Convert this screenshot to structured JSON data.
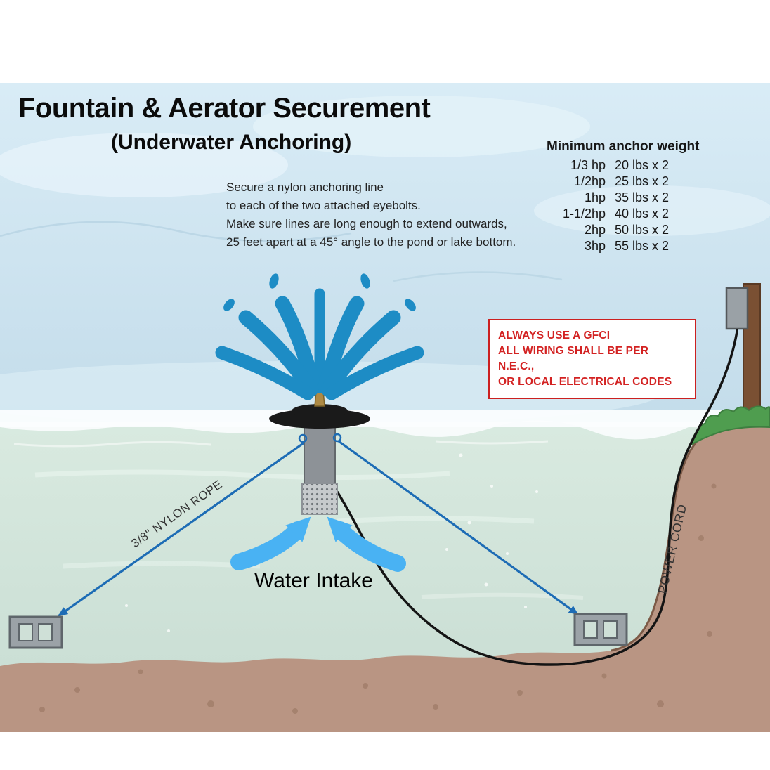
{
  "title": "Fountain & Aerator Securement",
  "subtitle": "(Underwater Anchoring)",
  "instructions": {
    "line1": "Secure a nylon anchoring line",
    "line2": "to each of the two attached eyebolts.",
    "line3": "Make sure lines are long enough to extend outwards,",
    "line4": "25 feet apart at a 45° angle to the pond or lake bottom."
  },
  "anchor_table": {
    "title": "Minimum anchor weight",
    "rows": [
      {
        "hp": "1/3 hp",
        "weight": "20 lbs x 2"
      },
      {
        "hp": "1/2hp",
        "weight": "25 lbs x 2"
      },
      {
        "hp": "1hp",
        "weight": "35 lbs x 2"
      },
      {
        "hp": "1-1/2hp",
        "weight": "40 lbs x 2"
      },
      {
        "hp": "2hp",
        "weight": "50 lbs x 2"
      },
      {
        "hp": "3hp",
        "weight": "55 lbs x 2"
      }
    ]
  },
  "warning": {
    "line1": "ALWAYS USE A GFCI",
    "line2": "ALL WIRING SHALL BE PER N.E.C.,",
    "line3": "OR LOCAL ELECTRICAL CODES"
  },
  "labels": {
    "rope": "3/8\" NYLON ROPE",
    "power_cord": "POWER CORD",
    "water_intake": "Water Intake"
  },
  "colors": {
    "spray_blue": "#1d8cc5",
    "arrow_blue": "#49b2f3",
    "rope_blue": "#1d6cb5",
    "warning_red": "#d32222",
    "sky_blue": "#cde3f0",
    "water_green": "#d5e6dc",
    "bottom_brown": "#b99583"
  }
}
